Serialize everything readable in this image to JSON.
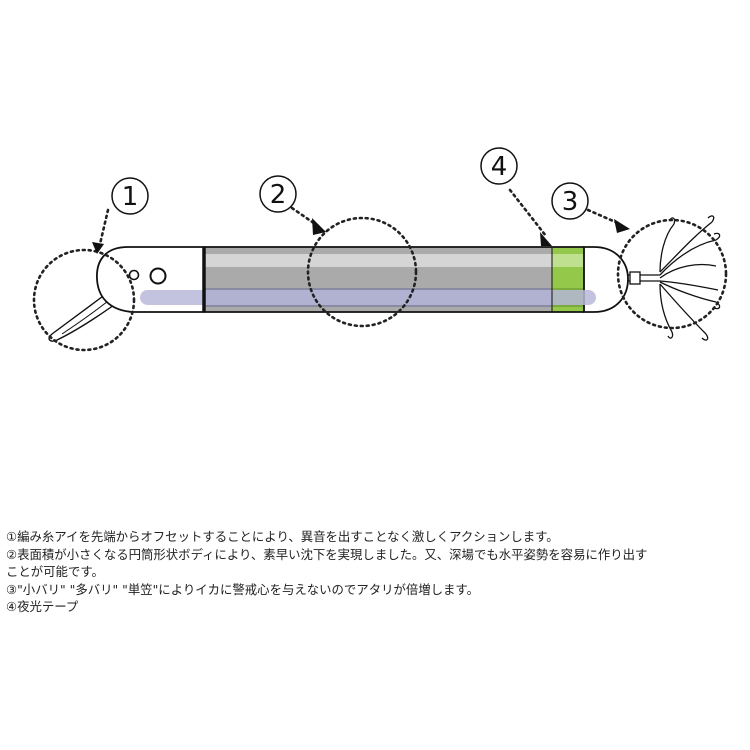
{
  "callouts": [
    {
      "label": "1"
    },
    {
      "label": "2"
    },
    {
      "label": "3"
    },
    {
      "label": "4"
    }
  ],
  "notes": {
    "line1": "①編み糸アイを先端からオフセットすることにより、異音を出すことなく激しくアクションします。",
    "line2": "②表面積が小さくなる円筒形状ボディにより、素早い沈下を実現しました。又、深場でも水平姿勢を容易に作り出す",
    "line3": "ことが可能です。",
    "line4": "③\"小バリ\" \"多バリ\" \"単笠\"によりイカに警戒心を与えないのでアタリが倍増します。",
    "line5": "④夜光テープ"
  },
  "colors": {
    "body_gray": "#a9aaa9",
    "body_top_highlight": "#d4d5d4",
    "body_bottom_band": "#8c8da4",
    "glow_tape": "#93c84a",
    "outline": "#111111"
  }
}
